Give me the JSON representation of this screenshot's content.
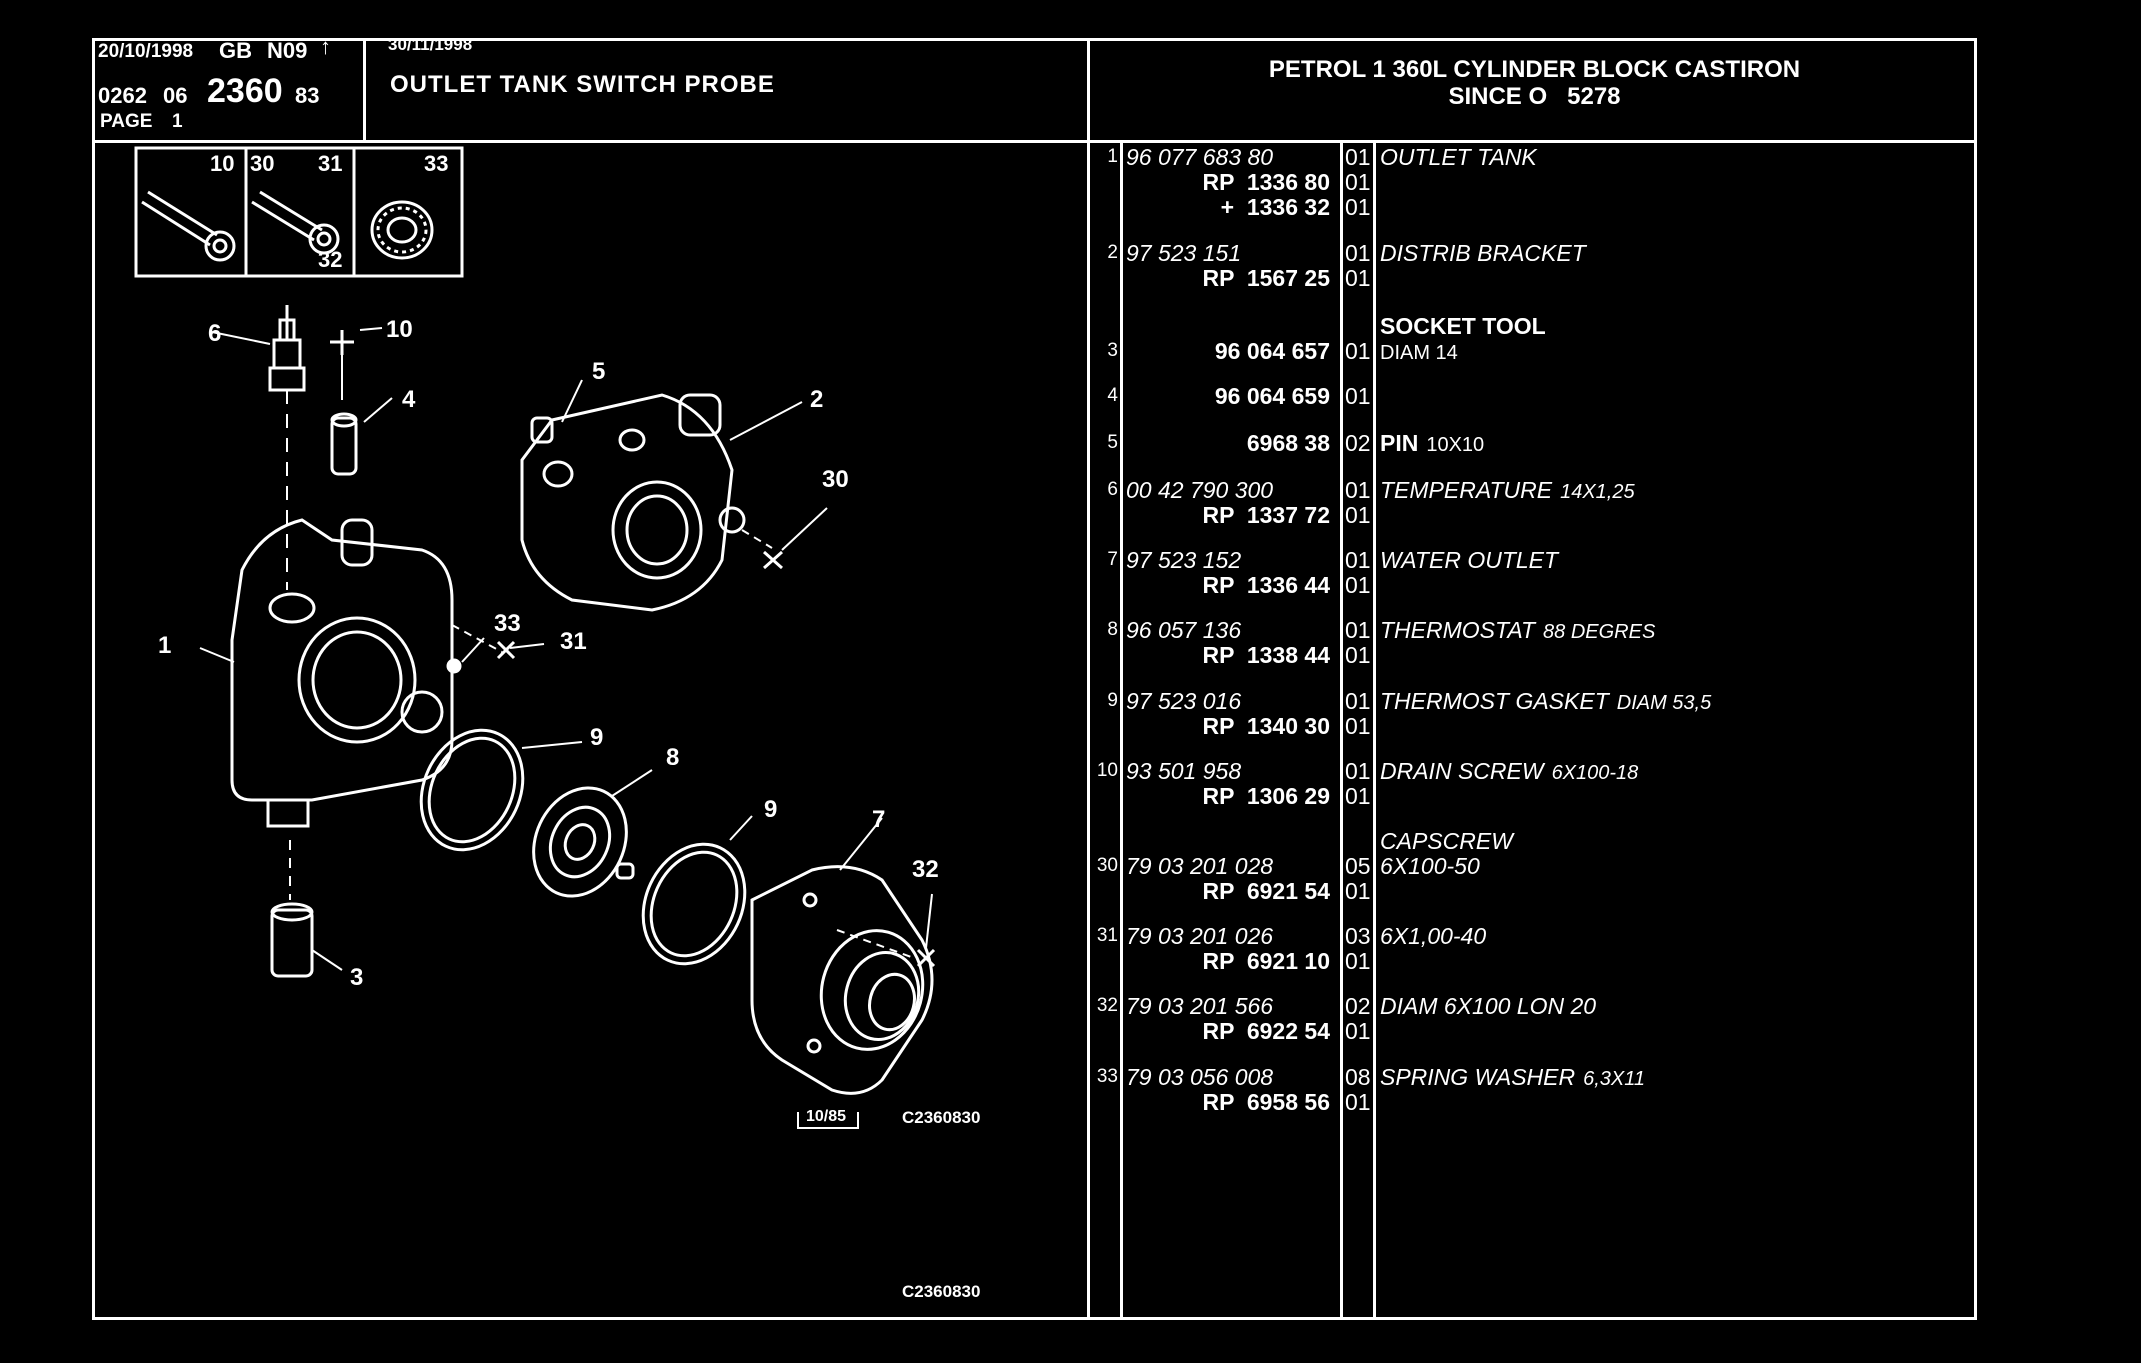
{
  "header": {
    "date1": "20/10/1998",
    "country": "GB",
    "code": "N09",
    "arrow": "↑",
    "date2": "30/11/1998",
    "ref_a": "0262",
    "ref_b": "06",
    "ref_main": "2360",
    "ref_c": "83",
    "page": "PAGE",
    "page_num": "1",
    "group_title": "OUTLET TANK SWITCH PROBE",
    "block_title_1": "PETROL 1 360L CYLINDER BLOCK CASTIRON",
    "block_title_2": "SINCE O   5278"
  },
  "legend_boxes": [
    {
      "labels": [
        "10"
      ],
      "icon": "bolt-icon"
    },
    {
      "labels": [
        "30",
        "31",
        "32"
      ],
      "icon": "bolt-icon"
    },
    {
      "labels": [
        "33"
      ],
      "icon": "spring-washer-icon"
    }
  ],
  "diagram": {
    "callouts": [
      "1",
      "2",
      "3",
      "4",
      "5",
      "6",
      "7",
      "8",
      "9",
      "9",
      "10",
      "30",
      "31",
      "32",
      "33"
    ],
    "small_ref": "10/85",
    "code_1": "C2360830",
    "code_2": "C2360830"
  },
  "parts": [
    {
      "num": "1",
      "lines": [
        {
          "ref": "96 077 683 80",
          "q": "01",
          "desc": "OUTLET TANK",
          "italic": true
        },
        {
          "ref": "RP  1336 80",
          "q": "01",
          "desc": ""
        },
        {
          "ref": "+  1336 32",
          "q": "01",
          "desc": ""
        }
      ]
    },
    {
      "num": "2",
      "lines": [
        {
          "ref": "97 523 151",
          "q": "01",
          "desc": "DISTRIB BRACKET",
          "italic": true
        },
        {
          "ref": "RP  1567 25",
          "q": "01",
          "desc": ""
        }
      ]
    },
    {
      "num": "3",
      "lines": [
        {
          "ref": "",
          "q": "",
          "desc": "SOCKET TOOL"
        },
        {
          "ref": "96 064 657",
          "q": "01",
          "desc": "DIAM 14"
        }
      ]
    },
    {
      "num": "4",
      "lines": [
        {
          "ref": "96 064 659",
          "q": "01",
          "desc": ""
        }
      ]
    },
    {
      "num": "5",
      "lines": [
        {
          "ref": "6968 38",
          "q": "02",
          "desc": "PIN",
          "sub": "10X10"
        }
      ]
    },
    {
      "num": "6",
      "lines": [
        {
          "ref": "00 42 790 300",
          "q": "01",
          "desc": "TEMPERATURE",
          "sub": "14X1,25",
          "italic": true
        },
        {
          "ref": "RP  1337 72",
          "q": "01",
          "desc": ""
        }
      ]
    },
    {
      "num": "7",
      "lines": [
        {
          "ref": "97 523 152",
          "q": "01",
          "desc": "WATER OUTLET",
          "italic": true
        },
        {
          "ref": "RP  1336 44",
          "q": "01",
          "desc": ""
        }
      ]
    },
    {
      "num": "8",
      "lines": [
        {
          "ref": "96 057 136",
          "q": "01",
          "desc": "THERMOSTAT",
          "sub": "88 DEGRES",
          "italic": true
        },
        {
          "ref": "RP  1338 44",
          "q": "01",
          "desc": ""
        }
      ]
    },
    {
      "num": "9",
      "lines": [
        {
          "ref": "97 523 016",
          "q": "01",
          "desc": "THERMOST GASKET",
          "sub": "DIAM 53,5",
          "italic": true
        },
        {
          "ref": "RP  1340 30",
          "q": "01",
          "desc": ""
        }
      ]
    },
    {
      "num": "10",
      "lines": [
        {
          "ref": "93 501 958",
          "q": "01",
          "desc": "DRAIN SCREW",
          "sub": "6X100-18",
          "italic": true
        },
        {
          "ref": "RP  1306 29",
          "q": "01",
          "desc": ""
        }
      ]
    },
    {
      "num": "30",
      "lines": [
        {
          "ref": "",
          "q": "",
          "desc": "CAPSCREW",
          "italic": true
        },
        {
          "ref": "79 03 201 028",
          "q": "05",
          "desc": "6X100-50",
          "italic": true
        },
        {
          "ref": "RP  6921 54",
          "q": "01",
          "desc": ""
        }
      ]
    },
    {
      "num": "31",
      "lines": [
        {
          "ref": "79 03 201 026",
          "q": "03",
          "desc": "6X1,00-40",
          "italic": true
        },
        {
          "ref": "RP  6921 10",
          "q": "01",
          "desc": ""
        }
      ]
    },
    {
      "num": "32",
      "lines": [
        {
          "ref": "79 03 201 566",
          "q": "02",
          "desc": "DIAM 6X100 LON 20",
          "italic": true
        },
        {
          "ref": "RP  6922 54",
          "q": "01",
          "desc": ""
        }
      ]
    },
    {
      "num": "33",
      "lines": [
        {
          "ref": "79 03 056 008",
          "q": "08",
          "desc": "SPRING WASHER",
          "sub": "6,3X11",
          "italic": true
        },
        {
          "ref": "RP  6958 56",
          "q": "01",
          "desc": ""
        }
      ]
    }
  ]
}
